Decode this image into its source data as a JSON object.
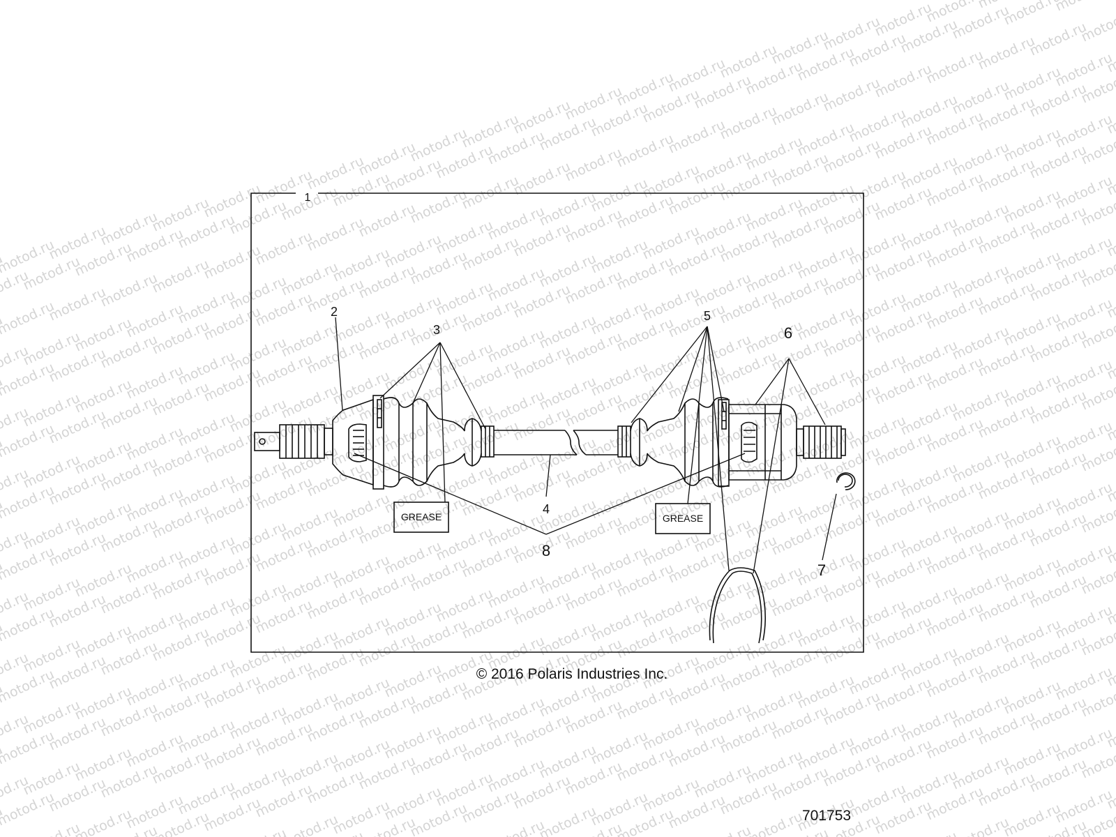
{
  "watermark": {
    "text": "motod.ru",
    "color": "#d4d4d4"
  },
  "diagram": {
    "frame_callout": "1",
    "callouts": [
      "2",
      "3",
      "4",
      "5",
      "6",
      "7",
      "8"
    ],
    "grease_labels": [
      "GREASE",
      "GREASE"
    ],
    "line_color": "#111111"
  },
  "footer": {
    "copyright": "© 2016 Polaris Industries Inc.",
    "doc_number": "701753"
  }
}
